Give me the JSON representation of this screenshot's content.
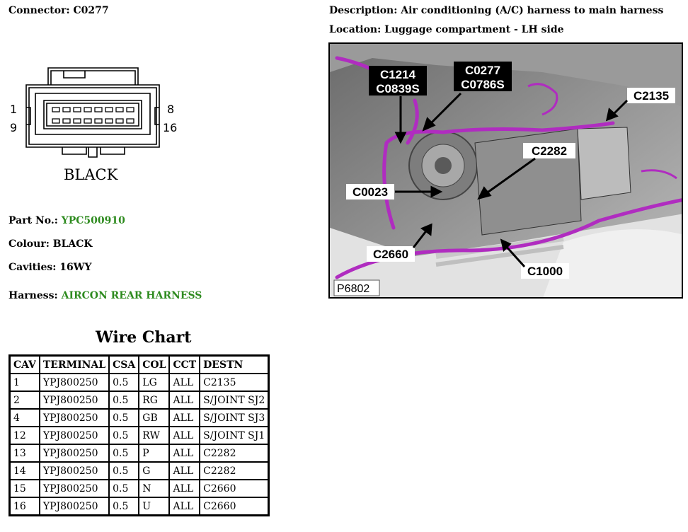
{
  "connector": {
    "label": "Connector:",
    "value": "C0277",
    "pin_labels": {
      "top_left": "1",
      "top_right": "8",
      "bottom_left": "9",
      "bottom_right": "16"
    },
    "color_caption": "BLACK"
  },
  "details": {
    "part_label": "Part No.:",
    "part_value": "YPC500910",
    "colour_label": "Colour:",
    "colour_value": "BLACK",
    "cavities_label": "Cavities:",
    "cavities_value": "16WY",
    "harness_label": "Harness:",
    "harness_value": "AIRCON REAR HARNESS",
    "link_color": "#2e8b1f"
  },
  "description": {
    "label": "Description:",
    "value": "Air conditioning (A/C) harness to main harness"
  },
  "location": {
    "label": "Location:",
    "value": "Luggage compartment - LH side"
  },
  "photo": {
    "ref": "P6802",
    "callouts": {
      "c1214": "C1214",
      "c0839s": "C0839S",
      "c0277": "C0277",
      "c0786s": "C0786S",
      "c2135": "C2135",
      "c2282": "C2282",
      "c0023": "C0023",
      "c2660": "C2660",
      "c1000": "C1000"
    },
    "harness_color": "#b02cc0"
  },
  "wire_chart": {
    "title": "Wire Chart",
    "headers": [
      "CAV",
      "TERMINAL",
      "CSA",
      "COL",
      "CCT",
      "DESTN"
    ],
    "rows": [
      [
        "1",
        "YPJ800250",
        "0.5",
        "LG",
        "ALL",
        "C2135"
      ],
      [
        "2",
        "YPJ800250",
        "0.5",
        "RG",
        "ALL",
        "S/JOINT SJ2"
      ],
      [
        "4",
        "YPJ800250",
        "0.5",
        "GB",
        "ALL",
        "S/JOINT SJ3"
      ],
      [
        "12",
        "YPJ800250",
        "0.5",
        "RW",
        "ALL",
        "S/JOINT SJ1"
      ],
      [
        "13",
        "YPJ800250",
        "0.5",
        "P",
        "ALL",
        "C2282"
      ],
      [
        "14",
        "YPJ800250",
        "0.5",
        "G",
        "ALL",
        "C2282"
      ],
      [
        "15",
        "YPJ800250",
        "0.5",
        "N",
        "ALL",
        "C2660"
      ],
      [
        "16",
        "YPJ800250",
        "0.5",
        "U",
        "ALL",
        "C2660"
      ]
    ]
  }
}
